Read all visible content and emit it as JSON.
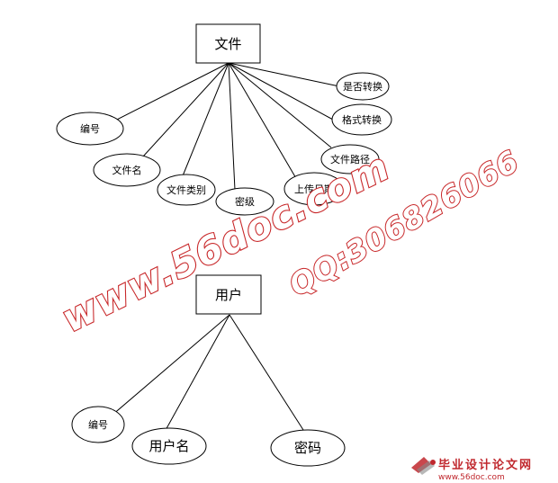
{
  "diagram": {
    "entities": [
      {
        "name": "文件",
        "attributes": [
          "是否转换",
          "格式转换",
          "编号",
          "文件名",
          "文件类别",
          "密级",
          "上传日期",
          "文件路径"
        ]
      },
      {
        "name": "用户",
        "attributes": [
          "编号",
          "用户名",
          "密码"
        ]
      }
    ]
  },
  "watermark": {
    "site": "www.56doc.com",
    "qq": "QQ:306826066",
    "logo_title": "毕业设计论文网",
    "logo_url": "www.56doc.com"
  },
  "colors": {
    "watermark_fill": "#ffffff",
    "watermark_stroke": "#c8282a",
    "logo_red": "#c0272d",
    "line": "#000000"
  }
}
